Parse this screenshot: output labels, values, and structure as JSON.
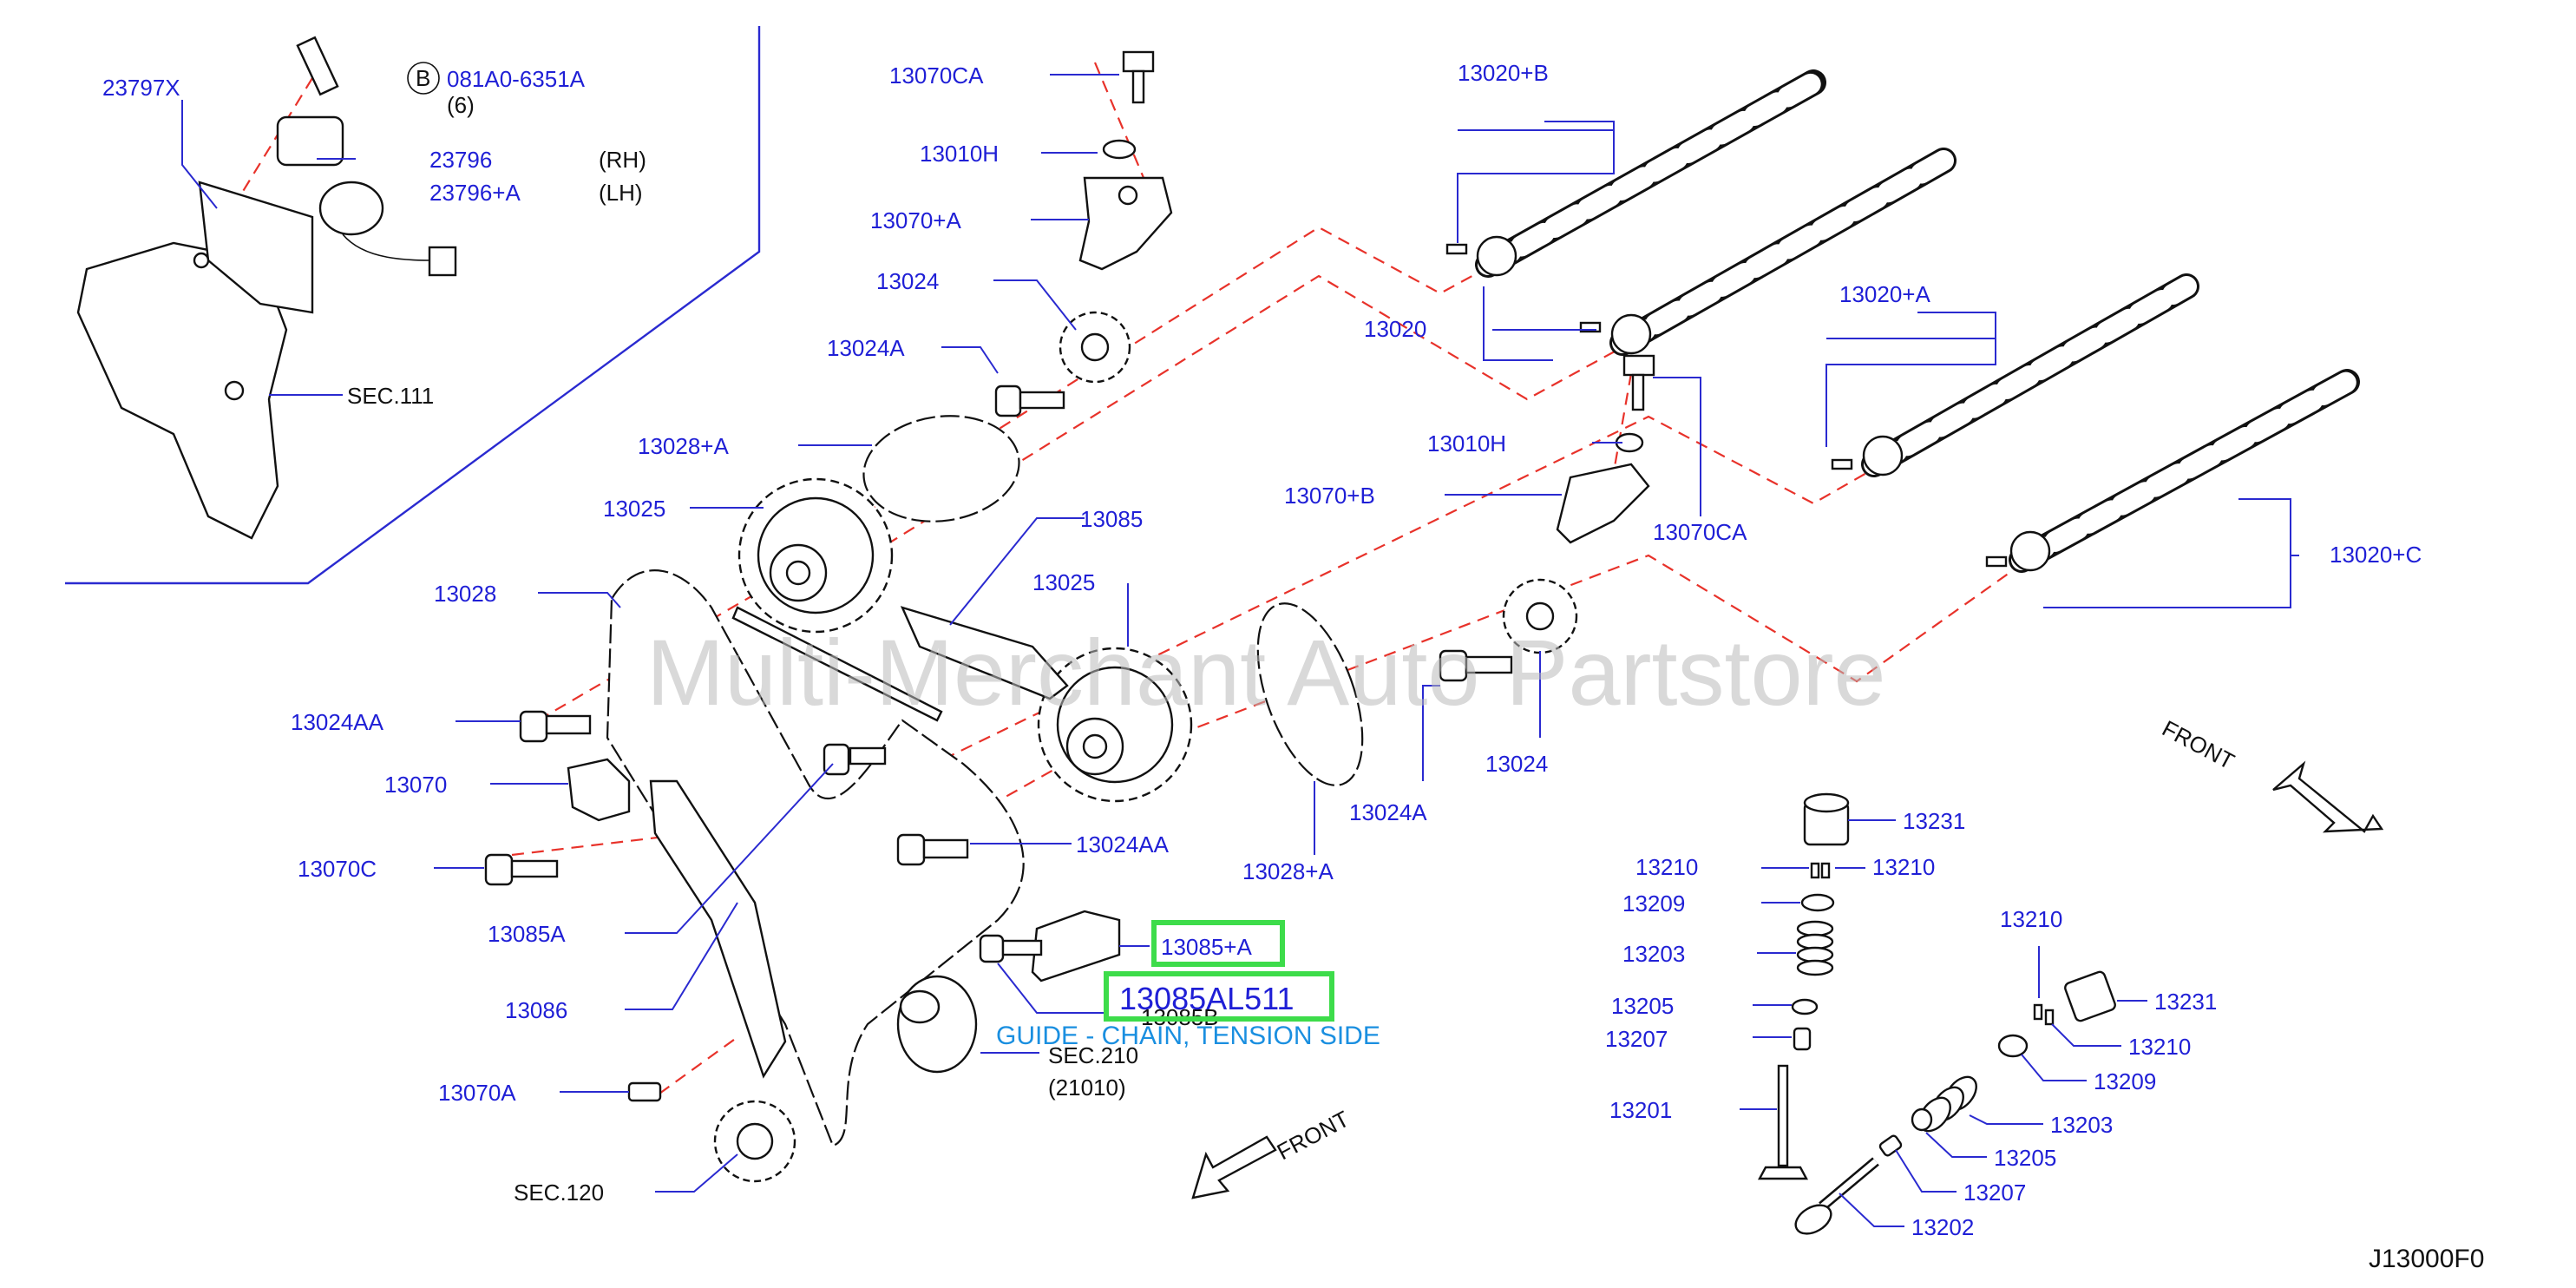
{
  "watermark": "Multi-Merchant Auto Partstore",
  "diagram_code": "J13000F0",
  "highlight": {
    "part_number": "13085AL511",
    "caption": "GUIDE - CHAIN, TENSION SIDE"
  },
  "front_label": "FRONT",
  "bolt_symbol": "B",
  "labels": {
    "p23797x": "23797X",
    "p081a0": "081A0-6351A",
    "qty6": "(6)",
    "p23796": "23796",
    "rh": "(RH)",
    "p23796a": "23796+A",
    "lh": "(LH)",
    "sec111": "SEC.111",
    "p13070ca_top": "13070CA",
    "p13010h_top": "13010H",
    "p13070a_plus": "13070+A",
    "p13024_top": "13024",
    "p13024a_top": "13024A",
    "p13028a_top": "13028+A",
    "p13025_left": "13025",
    "p13028": "13028",
    "p13085": "13085",
    "p13025_mid": "13025",
    "p13024aa_left": "13024AA",
    "p13070": "13070",
    "p13070c": "13070C",
    "p13085a": "13085A",
    "p13086": "13086",
    "p13070a": "13070A",
    "sec120": "SEC.120",
    "p13024aa_mid": "13024AA",
    "p13085plusa": "13085+A",
    "p13085b": "13085B",
    "sec210": "SEC.210",
    "p21010": "(21010)",
    "p13020b": "13020+B",
    "p13020": "13020",
    "p13010h_right": "13010H",
    "p13070b": "13070+B",
    "p13070ca_right": "13070CA",
    "p13020a": "13020+A",
    "p13020c": "13020+C",
    "p13024_right": "13024",
    "p13024a_right": "13024A",
    "p13028a_bottom": "13028+A",
    "p13231_top": "13231",
    "p13210_a": "13210",
    "p13210_b": "13210",
    "p13209_left": "13209",
    "p13203_left": "13203",
    "p13205_left": "13205",
    "p13207_left": "13207",
    "p13201": "13201",
    "p13210_c": "13210",
    "p13231_right": "13231",
    "p13210_d": "13210",
    "p13209_right": "13209",
    "p13203_right": "13203",
    "p13205_right": "13205",
    "p13207_right": "13207",
    "p13202": "13202"
  }
}
